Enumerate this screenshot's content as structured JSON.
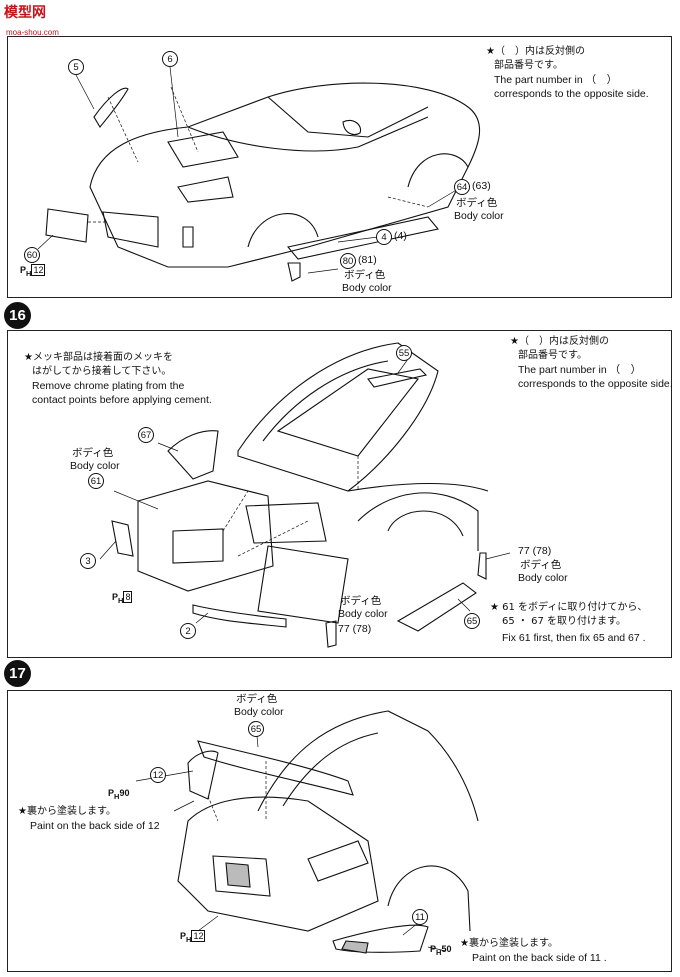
{
  "watermark": {
    "brand": "模型网",
    "url": "moa-shou.com"
  },
  "top_panel": {
    "note_line1": "★（　）内は反対側の",
    "note_line2": "部品番号です。",
    "note_line3": "The part number in （　）",
    "note_line4": "corresponds to the opposite side.",
    "parts": [
      "5",
      "6",
      "60",
      "64",
      "63",
      "4",
      "80",
      "81"
    ],
    "label_64_63_jp": "ボディ色",
    "label_64_63_en": "Body color",
    "label_80_81_jp": "ボディ色",
    "label_80_81_en": "Body color",
    "ph_60": "12"
  },
  "step16": {
    "number": "16",
    "note_left_jp1": "★メッキ部品は接着面のメッキを",
    "note_left_jp2": "はがしてから接着して下さい。",
    "note_left_en1": "Remove chrome plating from the",
    "note_left_en2": "contact points before applying cement.",
    "note_right_jp1": "★（　）内は反対側の",
    "note_right_jp2": "部品番号です。",
    "note_right_en1": "The part number in （　）",
    "note_right_en2": "corresponds to the opposite side.",
    "label_67_jp": "ボディ色",
    "label_67_en": "Body color",
    "label_77_78_top_jp": "ボディ色",
    "label_77_78_top_en": "Body color",
    "label_77_78_bottom_jp": "ボディ色",
    "label_77_78_bottom_en": "Body color",
    "fix_jp1": "★ 61 をボディに取り付けてから、",
    "fix_jp2": "65 ・ 67 を取り付けます。",
    "fix_en": "Fix 61 first, then fix 65 and 67 .",
    "ph_8": "8"
  },
  "step17": {
    "number": "17",
    "label_65_jp": "ボディ色",
    "label_65_en": "Body color",
    "ph_90": "90",
    "back_note_jp": "★裏から塗装します。",
    "back_note_en": "Paint on the back side of 12",
    "ph_12": "12",
    "ph_50": "50",
    "back_note2_jp": "★裏から塗装します。",
    "back_note2_en": "Paint on the back side of 11 ."
  }
}
